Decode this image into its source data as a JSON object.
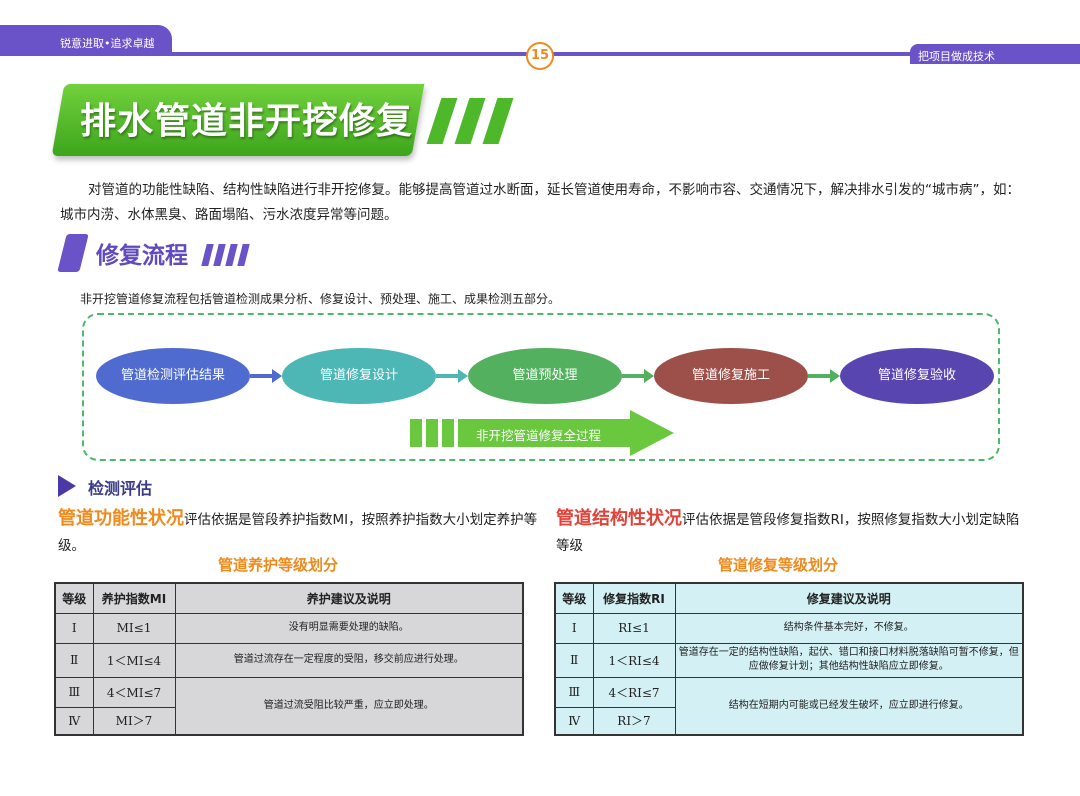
{
  "header": {
    "left_tab": "锐意进取•追求卓越",
    "page_number": "15",
    "right_tab": "把项目做成技术"
  },
  "title": "排水管道非开挖修复",
  "intro": "对管道的功能性缺陷、结构性缺陷进行非开挖修复。能够提高管道过水断面，延长管道使用寿命，不影响市容、交通情况下，解决排水引发的“城市病”，如：城市内涝、水体黑臭、路面塌陷、污水浓度异常等问题。",
  "process": {
    "title": "修复流程",
    "desc": "非开挖管道修复流程包括管道检测成果分析、修复设计、预处理、施工、成果检测五部分。",
    "steps": [
      {
        "label": "管道检测评估结果",
        "color": "#4f6bd0"
      },
      {
        "label": "管道修复设计",
        "color": "#4db7b5"
      },
      {
        "label": "管道预处理",
        "color": "#53b05e"
      },
      {
        "label": "管道修复施工",
        "color": "#9d5049"
      },
      {
        "label": "管道修复验收",
        "color": "#5845b0"
      }
    ],
    "overall_label": "非开挖管道修复全过程"
  },
  "assessment": {
    "title": "检测评估",
    "left": {
      "highlight": "管道功能性状况",
      "text": "评估依据是管段养护指数MI，按照养护指数大小划定养护等级。",
      "table_title": "管道养护等级划分",
      "headers": [
        "等级",
        "养护指数MI",
        "养护建议及说明"
      ],
      "rows": [
        {
          "grade": "Ⅰ",
          "index": "MI≤1",
          "advice": "没有明显需要处理的缺陷。"
        },
        {
          "grade": "Ⅱ",
          "index": "1＜MI≤4",
          "advice": "管道过流存在一定程度的受阻，移交前应进行处理。"
        },
        {
          "grade": "Ⅲ",
          "index": "4＜MI≤7",
          "advice": "管道过流受阻比较严重，应立即处理。"
        },
        {
          "grade": "Ⅳ",
          "index": "MI＞7",
          "advice": ""
        }
      ]
    },
    "right": {
      "highlight": "管道结构性状况",
      "text": "评估依据是管段修复指数RI，按照修复指数大小划定缺陷等级",
      "table_title": "管道修复等级划分",
      "headers": [
        "等级",
        "修复指数RI",
        "修复建议及说明"
      ],
      "rows": [
        {
          "grade": "Ⅰ",
          "index": "RI≤1",
          "advice": "结构条件基本完好，不修复。"
        },
        {
          "grade": "Ⅱ",
          "index": "1＜RI≤4",
          "advice": "管道存在一定的结构性缺陷，起伏、错口和接口材料脱落缺陷可暂不修复，但应做修复计划；其他结构性缺陷应立即修复。"
        },
        {
          "grade": "Ⅲ",
          "index": "4＜RI≤7",
          "advice": "结构在短期内可能或已经发生破坏，应立即进行修复。"
        },
        {
          "grade": "Ⅳ",
          "index": "RI＞7",
          "advice": ""
        }
      ]
    }
  }
}
